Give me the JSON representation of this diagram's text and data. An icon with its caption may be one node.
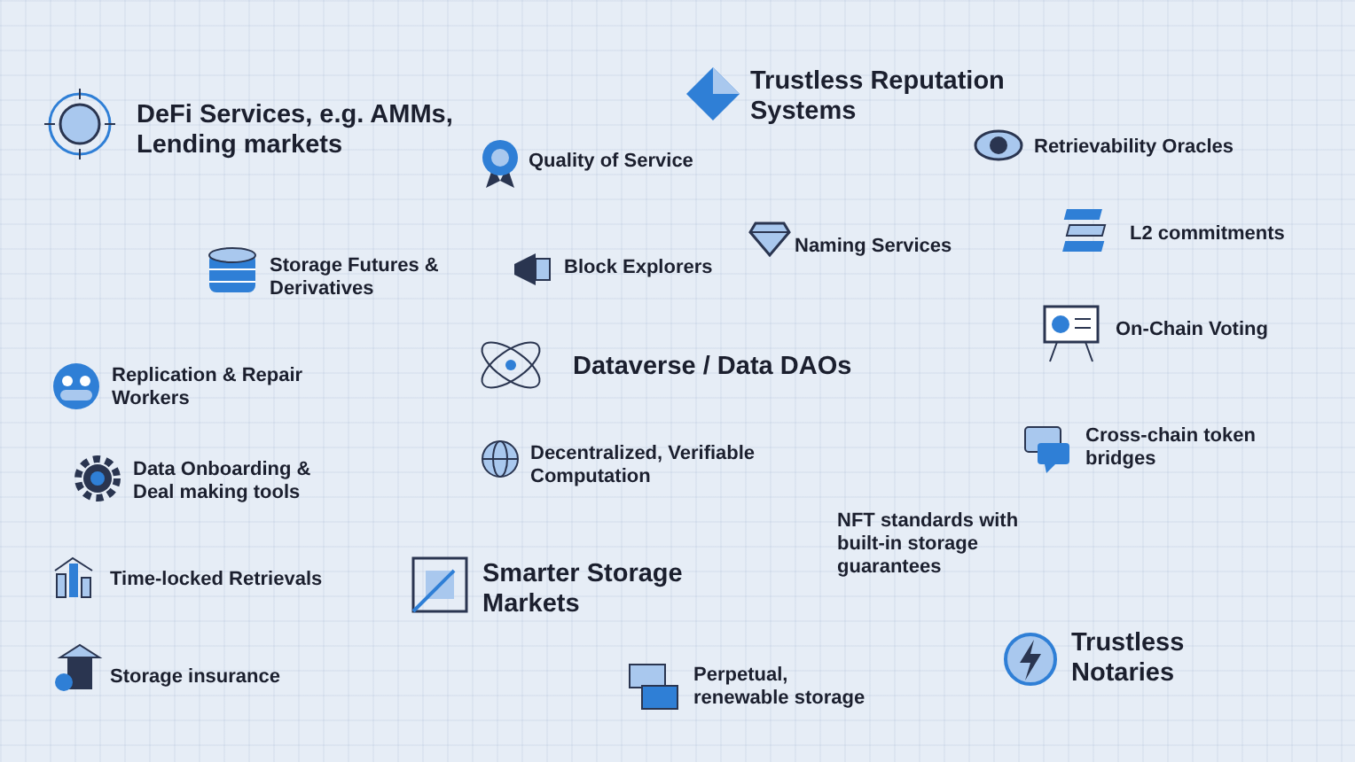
{
  "diagram": {
    "labels": [
      "DeFi Services, e.g. AMMs, Lending markets",
      "Trustless Reputation Systems",
      "Retrievability Oracles",
      "Quality of Service",
      "L2 commitments",
      "Naming Services",
      "Storage Futures & Derivatives",
      "Block Explorers",
      "On-Chain Voting",
      "Dataverse / Data DAOs",
      "Replication & Repair Workers",
      "Cross-chain token bridges",
      "Decentralized, Verifiable Computation",
      "Data Onboarding & Deal making tools",
      "NFT standards with built-in storage guarantees",
      "Time-locked Retrievals",
      "Smarter Storage Markets",
      "Trustless Notaries",
      "Storage insurance",
      "Perpetual, renewable storage"
    ]
  }
}
